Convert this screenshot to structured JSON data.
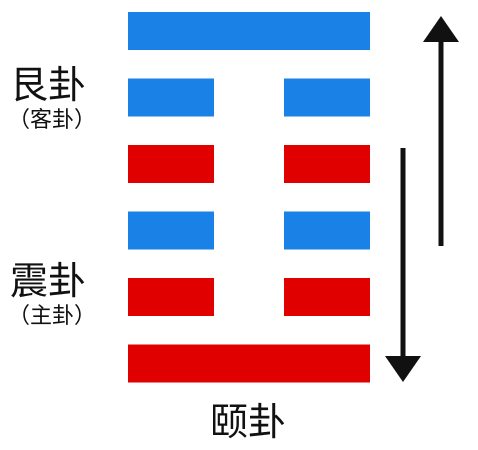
{
  "colors": {
    "upper": "#1a82e6",
    "lower": "#e00000",
    "arrow": "#111111"
  },
  "upper_trigram": {
    "name": "艮卦",
    "role": "（客卦）",
    "lines": [
      "solid",
      "broken",
      "broken"
    ]
  },
  "lower_trigram": {
    "name": "震卦",
    "role": "（主卦）",
    "lines": [
      "broken",
      "broken",
      "solid"
    ]
  },
  "hexagram_lines_top_to_bottom": [
    {
      "type": "solid",
      "color": "upper"
    },
    {
      "type": "broken",
      "color": "upper"
    },
    {
      "type": "broken",
      "color": "lower"
    },
    {
      "type": "broken",
      "color": "upper"
    },
    {
      "type": "broken",
      "color": "lower"
    },
    {
      "type": "solid",
      "color": "lower"
    }
  ],
  "arrows": [
    {
      "direction": "up"
    },
    {
      "direction": "down"
    }
  ],
  "title": "颐卦"
}
